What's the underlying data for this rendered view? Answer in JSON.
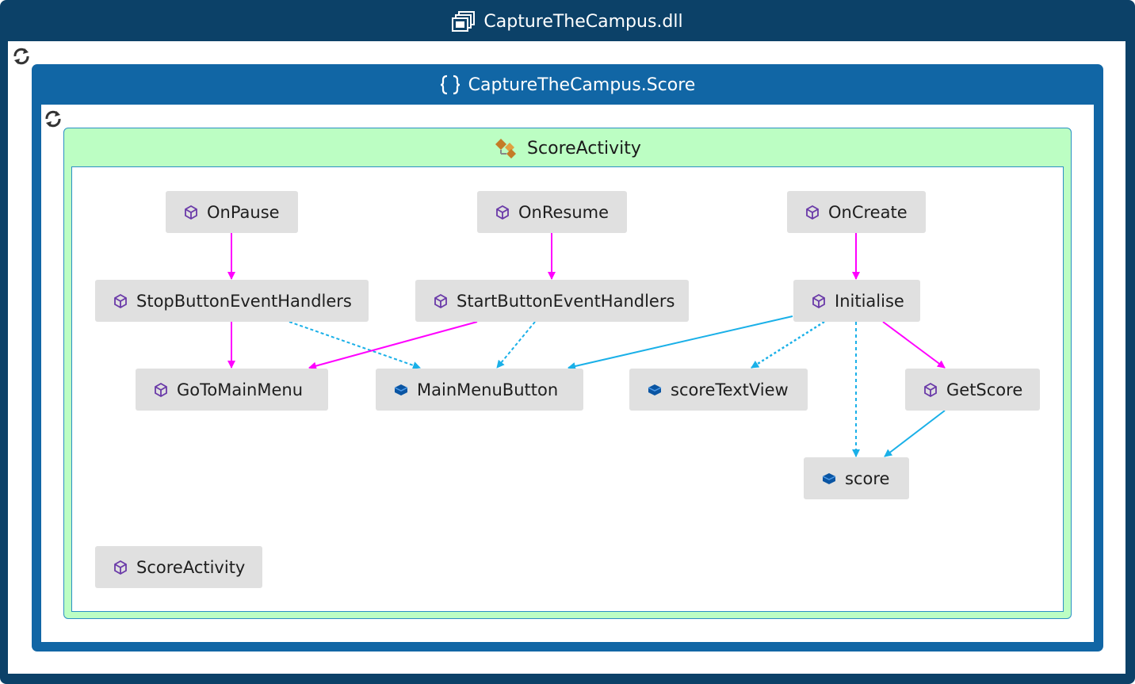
{
  "assembly": {
    "title": "CaptureTheCampus.dll",
    "icon": "assembly-icon"
  },
  "namespace": {
    "title": "CaptureTheCampus.Score",
    "icon": "namespace-braces-icon"
  },
  "class": {
    "title": "ScoreActivity",
    "icon": "class-icon"
  },
  "colors": {
    "assembly": "#0c4168",
    "namespace": "#1166a5",
    "class_fill": "#bcfec3",
    "node_fill": "#e0e0e0",
    "call_edge": "#ff00ff",
    "field_edge": "#1ab0e8"
  },
  "nodes": {
    "onpause": {
      "label": "OnPause",
      "kind": "method"
    },
    "onresume": {
      "label": "OnResume",
      "kind": "method"
    },
    "oncreate": {
      "label": "OnCreate",
      "kind": "method"
    },
    "stopbuttoneventhandlers": {
      "label": "StopButtonEventHandlers",
      "kind": "method"
    },
    "startbuttoneventhandlers": {
      "label": "StartButtonEventHandlers",
      "kind": "method"
    },
    "initialise": {
      "label": "Initialise",
      "kind": "method"
    },
    "gotomainmenu": {
      "label": "GoToMainMenu",
      "kind": "method"
    },
    "mainmenubutton": {
      "label": "MainMenuButton",
      "kind": "field"
    },
    "scoretextview": {
      "label": "scoreTextView",
      "kind": "field"
    },
    "getscore": {
      "label": "GetScore",
      "kind": "method"
    },
    "score": {
      "label": "score",
      "kind": "field"
    },
    "scoreactivity": {
      "label": "ScoreActivity",
      "kind": "method"
    }
  },
  "edges": [
    {
      "from": "OnPause",
      "to": "StopButtonEventHandlers",
      "type": "call"
    },
    {
      "from": "OnResume",
      "to": "StartButtonEventHandlers",
      "type": "call"
    },
    {
      "from": "OnCreate",
      "to": "Initialise",
      "type": "call"
    },
    {
      "from": "StopButtonEventHandlers",
      "to": "GoToMainMenu",
      "type": "call"
    },
    {
      "from": "StopButtonEventHandlers",
      "to": "MainMenuButton",
      "type": "field-read"
    },
    {
      "from": "StartButtonEventHandlers",
      "to": "GoToMainMenu",
      "type": "call"
    },
    {
      "from": "StartButtonEventHandlers",
      "to": "MainMenuButton",
      "type": "field-read"
    },
    {
      "from": "Initialise",
      "to": "MainMenuButton",
      "type": "field-write"
    },
    {
      "from": "Initialise",
      "to": "scoreTextView",
      "type": "field-read"
    },
    {
      "from": "Initialise",
      "to": "score",
      "type": "field-read"
    },
    {
      "from": "Initialise",
      "to": "GetScore",
      "type": "call"
    },
    {
      "from": "GetScore",
      "to": "score",
      "type": "field-write"
    }
  ]
}
